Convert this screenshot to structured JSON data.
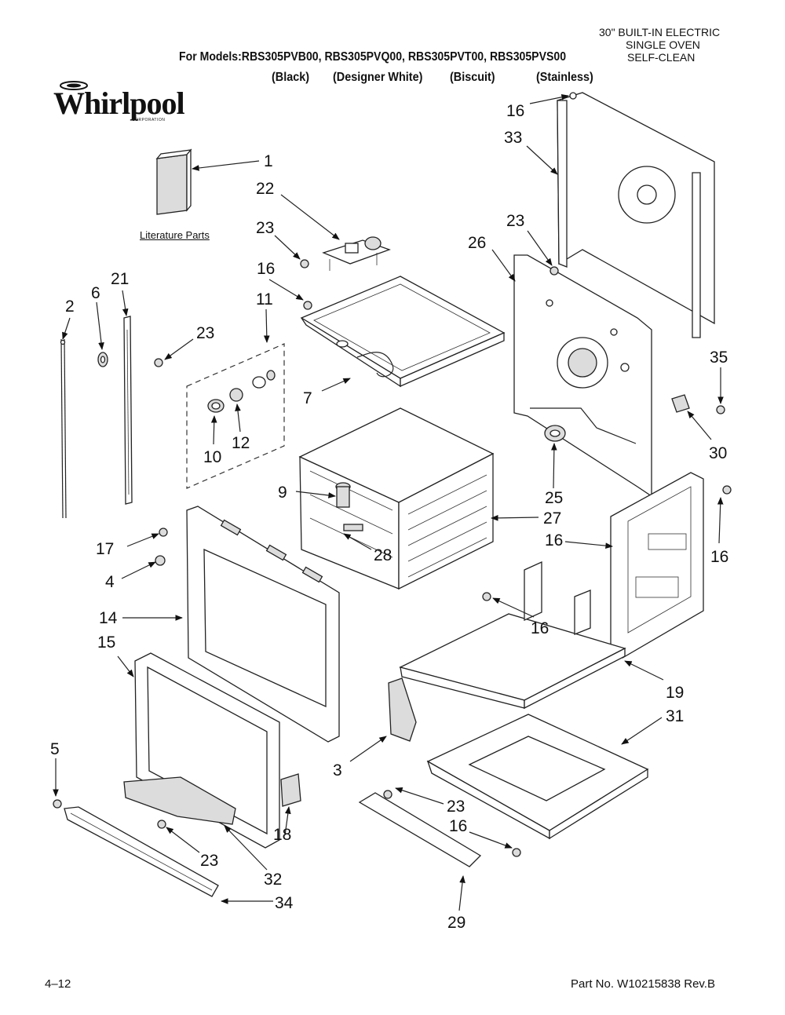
{
  "header": {
    "product_line1": "30\" BUILT-IN ELECTRIC",
    "product_line2": "SINGLE OVEN",
    "product_line3": "SELF-CLEAN",
    "models": "For Models:RBS305PVB00, RBS305PVQ00, RBS305PVT00, RBS305PVS00",
    "colors": [
      "(Black)",
      "(Designer White)",
      "(Biscuit)",
      "(Stainless)"
    ]
  },
  "logo": {
    "brand": "Whirlpool",
    "sub": "CORPORATION"
  },
  "literature_label": "Literature Parts",
  "callouts": [
    "1",
    "22",
    "23",
    "16",
    "21",
    "2",
    "6",
    "11",
    "23",
    "7",
    "10",
    "12",
    "9",
    "17",
    "4",
    "28",
    "27",
    "14",
    "15",
    "5",
    "23",
    "32",
    "34",
    "18",
    "3",
    "23",
    "16",
    "29",
    "19",
    "31",
    "16",
    "26",
    "33",
    "16",
    "23",
    "35",
    "30",
    "25",
    "16",
    "16"
  ],
  "footer": {
    "page": "4–12",
    "part_no": "Part No. W10215838 Rev.B"
  },
  "colors_palette": {
    "ink": "#111111",
    "paper": "#ffffff",
    "shade": "#dcdcdc"
  }
}
